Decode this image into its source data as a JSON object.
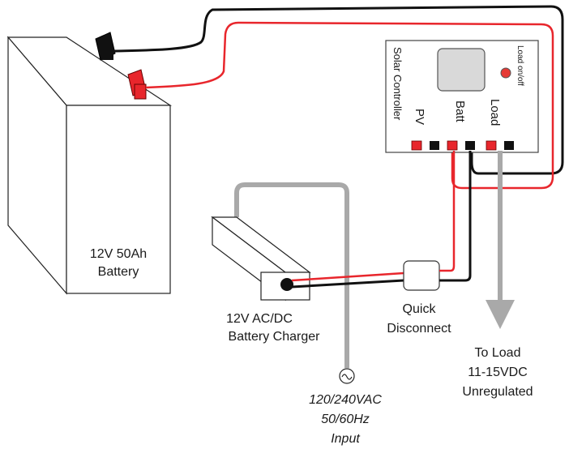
{
  "battery": {
    "line1": "12V  50Ah",
    "line2": "Battery"
  },
  "controller": {
    "title": "Solar Controller",
    "load_switch_label": "Load on/off",
    "terminals": {
      "pv": "PV",
      "batt": "Batt",
      "load": "Load"
    }
  },
  "charger": {
    "line1": "12V  AC/DC",
    "line2": "Battery Charger"
  },
  "quick_disconnect": {
    "line1": "Quick",
    "line2": "Disconnect"
  },
  "ac_input": {
    "line1": "120/240VAC",
    "line2": "50/60Hz",
    "line3": "Input"
  },
  "load_output": {
    "line1": "To Load",
    "line2": "11-15VDC",
    "line3": "Unregulated"
  },
  "colors": {
    "positive_wire": "#e8262c",
    "negative_wire": "#111111",
    "ac_cord": "#a9a9a9",
    "led": "#e53935"
  }
}
